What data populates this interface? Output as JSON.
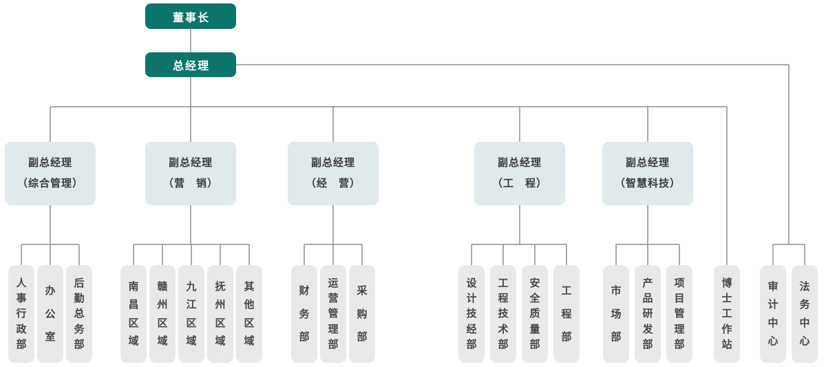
{
  "org": {
    "chairman": {
      "label": "董事长"
    },
    "general_manager": {
      "label": "总经理"
    },
    "deputies": [
      {
        "line1": "副总经理",
        "line2": "（综合管理）",
        "departments": [
          "人事行政部",
          "办公室",
          "后勤总务部"
        ]
      },
      {
        "line1": "副总经理",
        "line2": "（营　销）",
        "departments": [
          "南昌区域",
          "赣州区域",
          "九江区域",
          "抚州区域",
          "其他区域"
        ]
      },
      {
        "line1": "副总经理",
        "line2": "（经　营）",
        "departments": [
          "财务部",
          "运营管理部",
          "采购部"
        ]
      },
      {
        "line1": "副总经理",
        "line2": "（工　程）",
        "departments": [
          "设计技经部",
          "工程技术部",
          "安全质量部",
          "工程部"
        ]
      },
      {
        "line1": "副总经理",
        "line2": "（智慧科技）",
        "departments": [
          "市场部",
          "产品研发部",
          "项目管理部"
        ]
      }
    ],
    "gm_direct_units": [
      "博士工作站"
    ],
    "gm_side_units": [
      "审计中心",
      "法务中心"
    ],
    "colors": {
      "primary_teal": "#0a7568",
      "deputy_box": "#e0e9ec",
      "department_box": "#e9e9ea",
      "connector_line": "#8d8d8d",
      "text_on_teal": "#ffffff",
      "text_dark": "#3d3d3d"
    }
  }
}
